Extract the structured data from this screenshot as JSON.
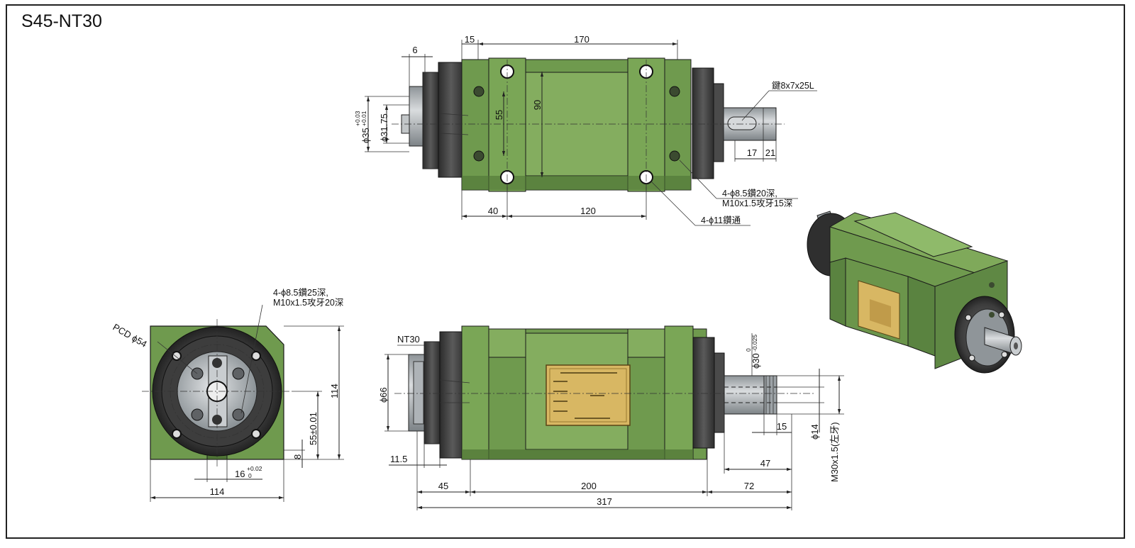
{
  "title": "S45-NT30",
  "colors": {
    "body_green": "#6f9a4e",
    "body_green_light": "#84ad5f",
    "body_green_dark": "#4f7435",
    "flange_dark": "#3a3a3a",
    "steel": "#b9bec2",
    "plate_gold": "#d8b763",
    "frame": "#222222"
  },
  "top_view": {
    "dims": {
      "d6": "6",
      "d15": "15",
      "d170": "170",
      "d55": "55",
      "d90": "90",
      "d40": "40",
      "d120": "120",
      "dia35": "ϕ35",
      "dia35_tol_upper": "+0.03",
      "dia35_tol_lower": "+0.01",
      "dia3175": "ϕ31.75",
      "d17": "17",
      "d21": "21"
    },
    "notes": {
      "key": "鍵8x7x25L",
      "holes_line1": "4-ϕ8.5鑽20深,",
      "holes_line2": "M10x1.5攻牙15深",
      "thru_holes": "4-ϕ11鑽通"
    }
  },
  "end_view": {
    "pcd": "PCD ϕ54",
    "notes": {
      "line1": "4-ϕ8.5鑽25深,",
      "line2": "M10x1.5攻牙20深"
    },
    "dims": {
      "d114_h": "114",
      "d114_w": "114",
      "d55": "55±0.01",
      "d8": "8",
      "d16": "16",
      "d16_tol_upper": "+0.02",
      "d16_tol_lower": "0"
    }
  },
  "front_view": {
    "labels": {
      "nt30": "NT30"
    },
    "dims": {
      "dia66": "ϕ66",
      "d115": "11.5",
      "d45": "45",
      "d200": "200",
      "d72": "72",
      "d317": "317",
      "dia30": "ϕ30",
      "dia30_tol_upper": "0",
      "dia30_tol_lower": "-0.025",
      "dia14": "ϕ14",
      "d15": "15",
      "d47": "47",
      "m30": "M30x1.5(左牙)"
    }
  }
}
